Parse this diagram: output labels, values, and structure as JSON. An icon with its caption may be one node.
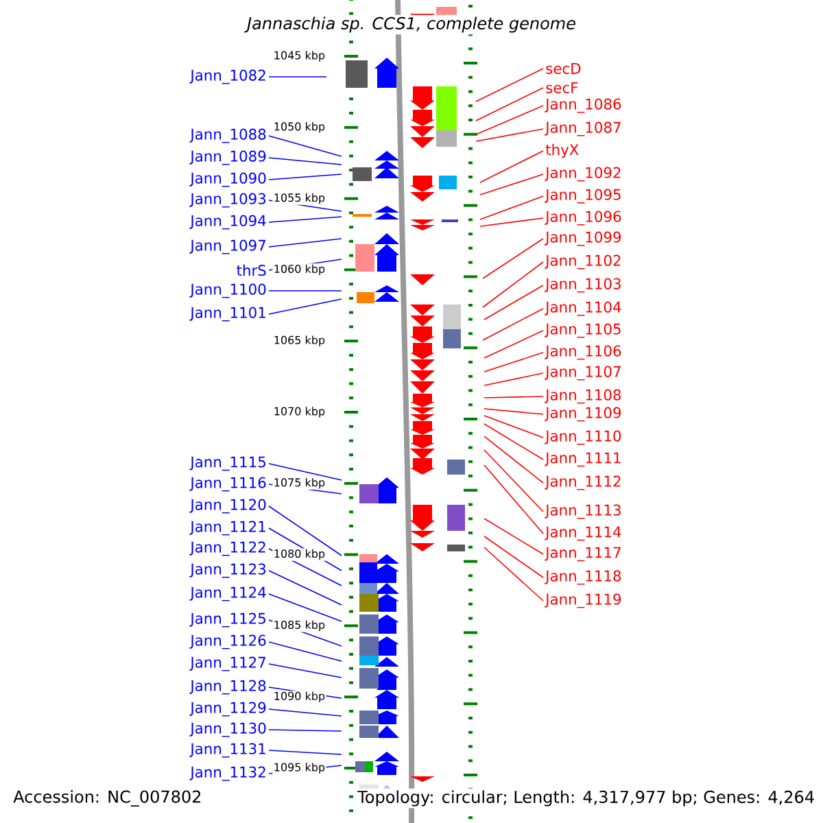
{
  "diagram": {
    "title": "Jannaschia sp. CCS1, complete genome",
    "nodes": [
      {
        "text": [
          "Jann_1082"
        ]
      },
      {
        "text": [
          "Jann_1088"
        ]
      },
      {
        "text": [
          "Jann_1089"
        ]
      },
      {
        "text": [
          "Jann_1090"
        ]
      },
      {
        "text": [
          "Jann_1093"
        ]
      },
      {
        "text": [
          "Jann_1094"
        ]
      },
      {
        "text": [
          "Jann_1097"
        ]
      },
      {
        "text": [
          "thrS"
        ]
      },
      {
        "text": [
          "Jann_1100"
        ]
      },
      {
        "text": [
          "Jann_1101"
        ]
      },
      {
        "text": [
          "Jann_1115"
        ]
      },
      {
        "text": [
          "Jann_1116"
        ]
      },
      {
        "text": [
          "Jann_1120"
        ]
      },
      {
        "text": [
          "Jann_1121"
        ]
      },
      {
        "text": [
          "Jann_1122"
        ]
      },
      {
        "text": [
          "Jann_1123"
        ]
      },
      {
        "text": [
          "Jann_1124"
        ]
      },
      {
        "text": [
          "Jann_1125"
        ]
      },
      {
        "text": [
          "Jann_1126"
        ]
      },
      {
        "text": [
          "Jann_1127"
        ]
      },
      {
        "text": [
          "Jann_1128"
        ]
      },
      {
        "text": [
          "Jann_1129"
        ]
      },
      {
        "text": [
          "Jann_1130"
        ]
      },
      {
        "text": [
          "Jann_1131"
        ]
      },
      {
        "text": [
          "Jann_1132"
        ]
      },
      {
        "text": [
          "secD"
        ]
      },
      {
        "text": [
          "secF"
        ]
      },
      {
        "text": [
          "Jann_1086"
        ]
      },
      {
        "text": [
          "Jann_1087"
        ]
      },
      {
        "text": [
          "thyX"
        ]
      },
      {
        "text": [
          "Jann_1092"
        ]
      },
      {
        "text": [
          "Jann_1095"
        ]
      },
      {
        "text": [
          "Jann_1096"
        ]
      },
      {
        "text": [
          "Jann_1099"
        ]
      },
      {
        "text": [
          "Jann_1102"
        ]
      },
      {
        "text": [
          "Jann_1103"
        ]
      },
      {
        "text": [
          "Jann_1104"
        ]
      },
      {
        "text": [
          "Jann_1105"
        ]
      },
      {
        "text": [
          "Jann_1106"
        ]
      },
      {
        "text": [
          "Jann_1107"
        ]
      },
      {
        "text": [
          "Jann_1108"
        ]
      },
      {
        "text": [
          "Jann_1109"
        ]
      },
      {
        "text": [
          "Jann_1110"
        ]
      },
      {
        "text": [
          "Jann_1111"
        ]
      },
      {
        "text": [
          "Jann_1112"
        ]
      },
      {
        "text": [
          "Jann_1113"
        ]
      },
      {
        "text": [
          "Jann_1114"
        ]
      },
      {
        "text": [
          "Jann_1117"
        ]
      },
      {
        "text": [
          "Jann_1118"
        ]
      },
      {
        "text": [
          "Jann_1119"
        ]
      }
    ],
    "edges": [
      {
        "from": 0,
        "to": null,
        "arrow": "none",
        "color": "#0000ff"
      },
      {
        "from": 1,
        "to": null,
        "arrow": "none",
        "color": "#0000ff"
      },
      {
        "from": 2,
        "to": null,
        "arrow": "none",
        "color": "#0000ff"
      },
      {
        "from": 3,
        "to": null,
        "arrow": "none",
        "color": "#0000ff"
      },
      {
        "from": 4,
        "to": null,
        "arrow": "none",
        "color": "#0000ff"
      },
      {
        "from": 5,
        "to": null,
        "arrow": "none",
        "color": "#0000ff"
      },
      {
        "from": 6,
        "to": null,
        "arrow": "none",
        "color": "#0000ff"
      },
      {
        "from": 7,
        "to": null,
        "arrow": "none",
        "color": "#0000ff"
      },
      {
        "from": 8,
        "to": null,
        "arrow": "none",
        "color": "#0000ff"
      },
      {
        "from": 9,
        "to": null,
        "arrow": "none",
        "color": "#0000ff"
      },
      {
        "from": 10,
        "to": null,
        "arrow": "none",
        "color": "#0000ff"
      },
      {
        "from": 11,
        "to": null,
        "arrow": "none",
        "color": "#0000ff"
      },
      {
        "from": 12,
        "to": null,
        "arrow": "none",
        "color": "#0000ff"
      },
      {
        "from": 13,
        "to": null,
        "arrow": "none",
        "color": "#0000ff"
      },
      {
        "from": 14,
        "to": null,
        "arrow": "none",
        "color": "#0000ff"
      },
      {
        "from": 15,
        "to": null,
        "arrow": "none",
        "color": "#0000ff"
      },
      {
        "from": 16,
        "to": null,
        "arrow": "none",
        "color": "#0000ff"
      },
      {
        "from": 17,
        "to": null,
        "arrow": "none",
        "color": "#0000ff"
      },
      {
        "from": 18,
        "to": null,
        "arrow": "none",
        "color": "#0000ff"
      },
      {
        "from": 19,
        "to": null,
        "arrow": "none",
        "color": "#0000ff"
      },
      {
        "from": 20,
        "to": null,
        "arrow": "none",
        "color": "#0000ff"
      },
      {
        "from": 21,
        "to": null,
        "arrow": "none",
        "color": "#0000ff"
      },
      {
        "from": 22,
        "to": null,
        "arrow": "none",
        "color": "#0000ff"
      },
      {
        "from": 23,
        "to": null,
        "arrow": "none",
        "color": "#0000ff"
      },
      {
        "from": 24,
        "to": null,
        "arrow": "none",
        "color": "#0000ff"
      },
      {
        "from": 25,
        "to": null,
        "arrow": "none",
        "color": "#ff0000"
      },
      {
        "from": 26,
        "to": null,
        "arrow": "none",
        "color": "#ff0000"
      },
      {
        "from": 27,
        "to": null,
        "arrow": "none",
        "color": "#ff0000"
      },
      {
        "from": 28,
        "to": null,
        "arrow": "none",
        "color": "#ff0000"
      },
      {
        "from": 29,
        "to": null,
        "arrow": "none",
        "color": "#ff0000"
      },
      {
        "from": 30,
        "to": null,
        "arrow": "none",
        "color": "#ff0000"
      },
      {
        "from": 31,
        "to": null,
        "arrow": "none",
        "color": "#ff0000"
      },
      {
        "from": 32,
        "to": null,
        "arrow": "none",
        "color": "#ff0000"
      },
      {
        "from": 33,
        "to": null,
        "arrow": "none",
        "color": "#ff0000"
      },
      {
        "from": 34,
        "to": null,
        "arrow": "none",
        "color": "#ff0000"
      },
      {
        "from": 35,
        "to": null,
        "arrow": "none",
        "color": "#ff0000"
      },
      {
        "from": 36,
        "to": null,
        "arrow": "none",
        "color": "#ff0000"
      },
      {
        "from": 37,
        "to": null,
        "arrow": "none",
        "color": "#ff0000"
      },
      {
        "from": 38,
        "to": null,
        "arrow": "none",
        "color": "#ff0000"
      },
      {
        "from": 39,
        "to": null,
        "arrow": "none",
        "color": "#ff0000"
      },
      {
        "from": 40,
        "to": null,
        "arrow": "none",
        "color": "#ff0000"
      },
      {
        "from": 41,
        "to": null,
        "arrow": "none",
        "color": "#ff0000"
      },
      {
        "from": 42,
        "to": null,
        "arrow": "none",
        "color": "#ff0000"
      },
      {
        "from": 43,
        "to": null,
        "arrow": "none",
        "color": "#ff0000"
      },
      {
        "from": 44,
        "to": null,
        "arrow": "none",
        "color": "#ff0000"
      },
      {
        "from": 45,
        "to": null,
        "arrow": "none",
        "color": "#ff0000"
      },
      {
        "from": 46,
        "to": null,
        "arrow": "none",
        "color": "#ff0000"
      },
      {
        "from": 47,
        "to": null,
        "arrow": "none",
        "color": "#ff0000"
      },
      {
        "from": 48,
        "to": null,
        "arrow": "none",
        "color": "#ff0000"
      },
      {
        "from": 49,
        "to": null,
        "arrow": "none",
        "color": "#ff0000"
      }
    ],
    "labels": [
      "1045 kbp",
      "1050 kbp",
      "1055 kbp",
      "1060 kbp",
      "1065 kbp",
      "1070 kbp",
      "1075 kbp",
      "1080 kbp",
      "1085 kbp",
      "1090 kbp",
      "1095 kbp",
      "Accession: NC_007802",
      "Topology: circular; Length: 4,317,977 bp; Genes: 4,264"
    ]
  }
}
